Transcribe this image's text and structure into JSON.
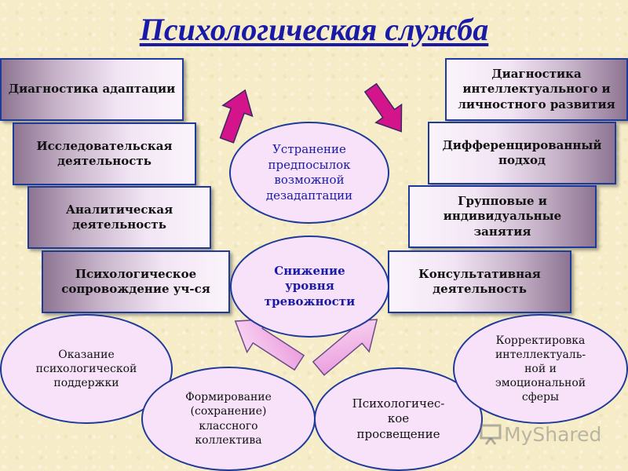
{
  "title": "Психологическая служба",
  "left_boxes": [
    {
      "text": "Диагностика адаптации"
    },
    {
      "text": "Исследовательская деятельность"
    },
    {
      "text": "Аналитическая деятельность"
    },
    {
      "text": "Психологическое сопровождение уч-ся"
    }
  ],
  "right_boxes": [
    {
      "text": "Диагностика интеллектуального и личностного развития"
    },
    {
      "text": "Дифференцированный подход"
    },
    {
      "text": "Групповые и индивидуальные занятия"
    },
    {
      "text": "Консультативная деятельность"
    }
  ],
  "center_ellipses": {
    "top": "Устранение предпосылок возможной дезадаптации",
    "middle": "Снижение уровня тревожности"
  },
  "bottom_ellipses": {
    "support": "Оказание психологической поддержки",
    "collective": "Формирование (сохранение) классного коллектива",
    "education": "Психологичес- кое просвещение",
    "correction": "Корректировка интеллектуаль- ной и эмоциональной сферы"
  },
  "watermark": {
    "text": "MyShared",
    "icon": "presentation-board-icon"
  },
  "colors": {
    "background": "#f6edc8",
    "title": "#1a1aa8",
    "border": "#1e3a9a",
    "arrow_top": "#d4148a",
    "arrow_bottom": "#f0b0e8",
    "ellipse_fill": "#f7e2f9",
    "emphasis_text": "#1a1aa8"
  }
}
